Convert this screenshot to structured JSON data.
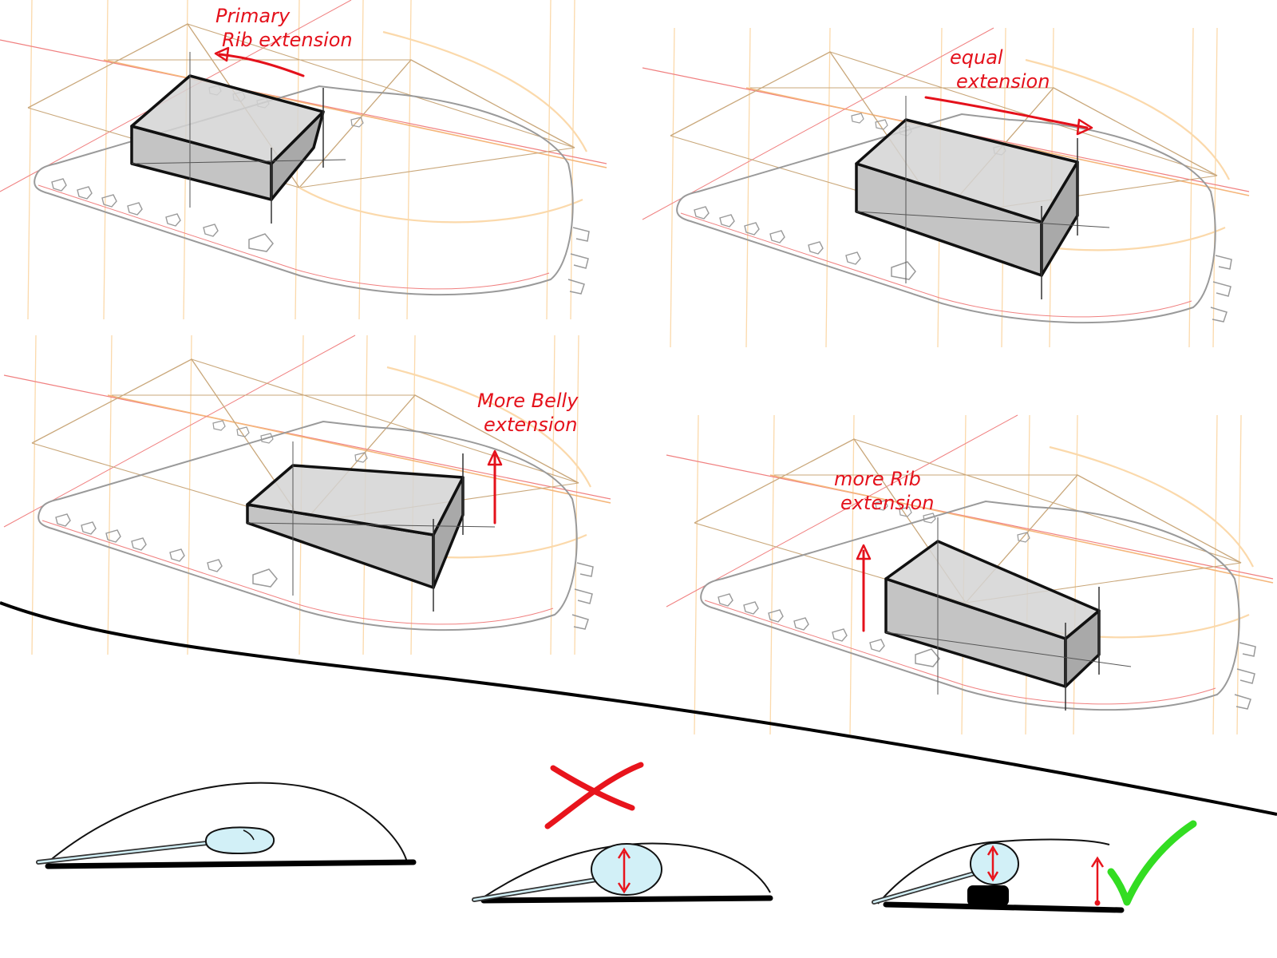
{
  "panels": [
    {
      "id": "primary",
      "label_lines": [
        "Primary",
        "Rib extension"
      ],
      "arrow": "left",
      "box": "flat"
    },
    {
      "id": "equal",
      "label_lines": [
        "equal",
        "extension"
      ],
      "arrow": "right",
      "box": "equal"
    },
    {
      "id": "belly",
      "label_lines": [
        "More Belly",
        "extension"
      ],
      "arrow": "up",
      "box": "belly"
    },
    {
      "id": "rib",
      "label_lines": [
        "more Rib",
        "extension"
      ],
      "arrow": "up",
      "box": "rib"
    }
  ],
  "verdicts": {
    "wrong_mark": "cross",
    "right_mark": "check"
  },
  "colors": {
    "annotation": "#e4111b",
    "construction_orange": "#f5b67a",
    "construction_light": "#fbd9ab",
    "construction_tan": "#c9a77a",
    "construction_red": "#f08080",
    "outline": "#9a9a9a",
    "box_fill": "#d4d4d4",
    "box_stroke": "#111111",
    "cross": "#e8141c",
    "check": "#33dd22",
    "finger_pad": "#d2f0f7"
  }
}
